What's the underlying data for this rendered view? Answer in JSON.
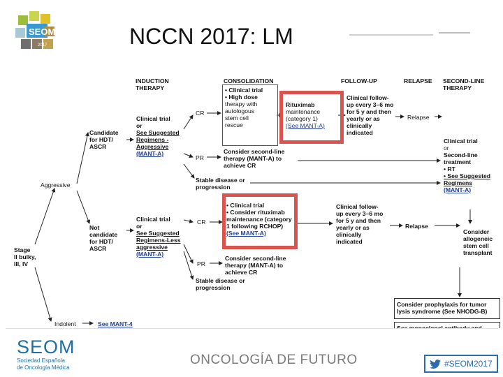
{
  "header": {
    "logo_text": "SEOM",
    "logo_year": "2017",
    "title": "NCCN 2017: LM"
  },
  "diagram": {
    "columns": {
      "induction": [
        "INDUCTION",
        "THERAPY"
      ],
      "consolidation": "CONSOLIDATION",
      "follow_up": "FOLLOW-UP",
      "relapse": "RELAPSE",
      "second_line": [
        "SECOND-LINE",
        "THERAPY"
      ]
    },
    "aggressive": "Aggressive",
    "indolent": "Indolent",
    "see_mant4": "See MANT-4",
    "stage": [
      "Stage",
      "II bulky,",
      "III, IV"
    ],
    "candidate": [
      "Candidate",
      "for HDT/",
      "ASCR"
    ],
    "not_candidate": [
      "Not",
      "candidate",
      "for HDT/",
      "ASCR"
    ],
    "induction_top": [
      "Clinical trial",
      "or",
      "See Suggested",
      "Regimens -",
      "Aggressive",
      "(MANT-A)"
    ],
    "induction_bottom": [
      "Clinical trial",
      "or",
      "See Suggested",
      "Regimens-Less",
      "aggressive",
      "(MANT-A)"
    ],
    "cr_top": "CR",
    "pr_top": "PR",
    "cr_bottom": "CR",
    "pr_bottom": "PR",
    "consolidation_top": [
      "• Clinical trial",
      "• High dose",
      "  therapy with",
      "  autologous",
      "  stem cell",
      "  rescue"
    ],
    "rituximab_top": [
      "Rituximab",
      "maintenance",
      "(category 1)",
      "(See MANT-A)"
    ],
    "followup_top": [
      "Clinical follow-",
      "up every 3–6 mo",
      "for 5 y and then",
      "yearly or as",
      "clinically",
      "indicated"
    ],
    "pr_top_next": [
      "Consider second-line",
      "therapy (MANT-A) to",
      "achieve CR"
    ],
    "stable_top": [
      "Stable disease or",
      "progression"
    ],
    "consolidation_bottom": [
      "• Clinical trial",
      "• Consider rituximab",
      "  maintenance (category",
      "  1 following RCHOP)",
      "  (See MANT-A)"
    ],
    "followup_bottom": [
      "Clinical follow-",
      "up every 3–6 mo",
      "for 5 y and then",
      "yearly or as",
      "clinically",
      "indicated"
    ],
    "pr_bottom_next": [
      "Consider second-line",
      "therapy (MANT-A) to",
      "achieve CR"
    ],
    "stable_bottom": [
      "Stable disease or",
      "progression"
    ],
    "relapse_label": "Relapse",
    "second_line_items": [
      "Clinical trial",
      "or",
      "Second-line",
      "treatment",
      "• RT",
      "• See Suggested",
      "  Regimens",
      "  (MANT-A)"
    ],
    "allo": [
      "Consider",
      "allogeneic",
      "stem cell",
      "transplant"
    ],
    "prophylaxis": [
      "Consider prophylaxis for tumor",
      "lysis syndrome (See NHODG-B)"
    ],
    "monoclonal": "See monoclonal antibody and",
    "colors": {
      "highlight": "#d9534f",
      "link": "#1f3d99",
      "line": "#222222"
    }
  },
  "footer": {
    "seom": "SEOM",
    "seom_sub": [
      "Sociedad Española",
      "de Oncología Médica"
    ],
    "tagline": "ONCOLOGÍA DE FUTURO",
    "hashtag": "#SEOM2017"
  }
}
